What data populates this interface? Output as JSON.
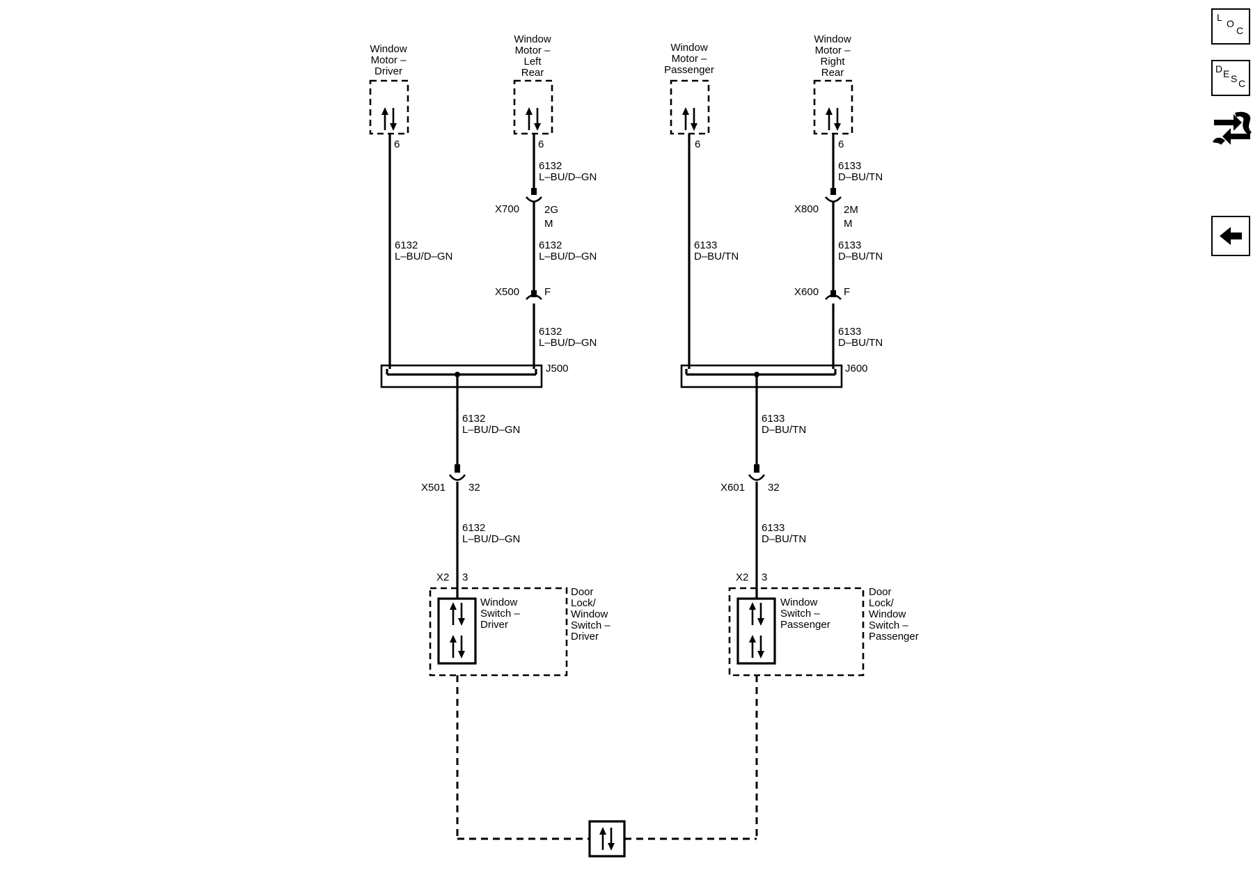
{
  "components": {
    "motor_driver": {
      "name": [
        "Window",
        "Motor –",
        "Driver"
      ],
      "pin": "6"
    },
    "motor_left_rear": {
      "name": [
        "Window",
        "Motor –",
        "Left",
        "Rear"
      ],
      "pin": "6"
    },
    "motor_passenger": {
      "name": [
        "Window",
        "Motor –",
        "Passenger"
      ],
      "pin": "6"
    },
    "motor_right_rear": {
      "name": [
        "Window",
        "Motor –",
        "Right",
        "Rear"
      ],
      "pin": "6"
    },
    "switch_driver": {
      "name": [
        "Window",
        "Switch –",
        "Driver"
      ],
      "module": [
        "Door",
        "Lock/",
        "Window",
        "Switch –",
        "Driver"
      ],
      "connector": "X2",
      "pin": "3"
    },
    "switch_passenger": {
      "name": [
        "Window",
        "Switch –",
        "Passenger"
      ],
      "module": [
        "Door",
        "Lock/",
        "Window",
        "Switch –",
        "Passenger"
      ],
      "connector": "X2",
      "pin": "3"
    }
  },
  "circuits": {
    "c6132": {
      "number": "6132",
      "color": "L–BU/D–GN"
    },
    "c6133": {
      "number": "6133",
      "color": "D–BU/TN"
    }
  },
  "connectors": {
    "x700": {
      "id": "X700",
      "pin": "2G",
      "gender": "M"
    },
    "x500": {
      "id": "X500",
      "gender": "F"
    },
    "x800": {
      "id": "X800",
      "pin": "2M",
      "gender": "M"
    },
    "x600": {
      "id": "X600",
      "gender": "F"
    },
    "x501": {
      "id": "X501",
      "pin": "32"
    },
    "x601": {
      "id": "X601",
      "pin": "32"
    }
  },
  "splices": {
    "j500": "J500",
    "j600": "J600"
  },
  "nav": [
    {
      "id": "loc",
      "letters": [
        "L",
        "O",
        "C"
      ],
      "icon": "location-icon"
    },
    {
      "id": "desc",
      "letters": [
        "D",
        "E",
        "S",
        "C"
      ],
      "icon": "description-icon"
    },
    {
      "id": "connector-end-view",
      "icon": "connector-plug-icon"
    },
    {
      "id": "back",
      "icon": "back-arrow-icon"
    }
  ]
}
